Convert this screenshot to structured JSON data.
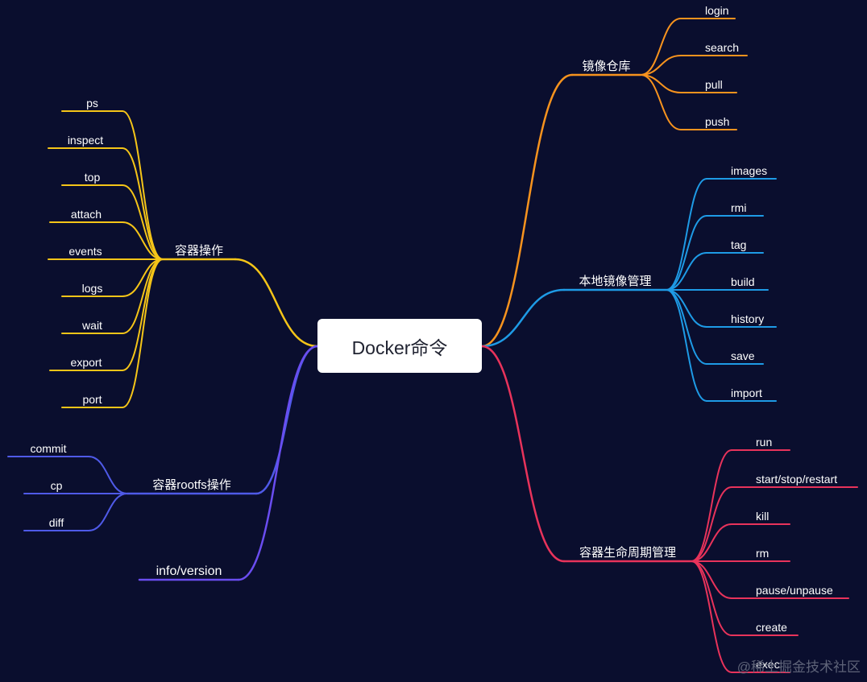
{
  "root": {
    "label": "Docker命令"
  },
  "branches": [
    {
      "id": "registry",
      "label": "镜像仓库",
      "color": "#f7931e",
      "children": [
        "login",
        "search",
        "pull",
        "push"
      ]
    },
    {
      "id": "local-image",
      "label": "本地镜像管理",
      "color": "#1e9be6",
      "children": [
        "images",
        "rmi",
        "tag",
        "build",
        "history",
        "save",
        "import"
      ]
    },
    {
      "id": "lifecycle",
      "label": "容器生命周期管理",
      "color": "#e8335b",
      "children": [
        "run",
        "start/stop/restart",
        "kill",
        "rm",
        "pause/unpause",
        "create",
        "exec"
      ]
    },
    {
      "id": "container-ops",
      "label": "容器操作",
      "color": "#f5c518",
      "children": [
        "ps",
        "inspect",
        "top",
        "attach",
        "events",
        "logs",
        "wait",
        "export",
        "port"
      ]
    },
    {
      "id": "rootfs",
      "label": "容器rootfs操作",
      "color": "#4f5ae8",
      "children": [
        "commit",
        "cp",
        "diff"
      ]
    },
    {
      "id": "info",
      "label": "info/version",
      "color": "#6a4df0",
      "children": []
    }
  ],
  "watermark": "@稀土掘金技术社区"
}
